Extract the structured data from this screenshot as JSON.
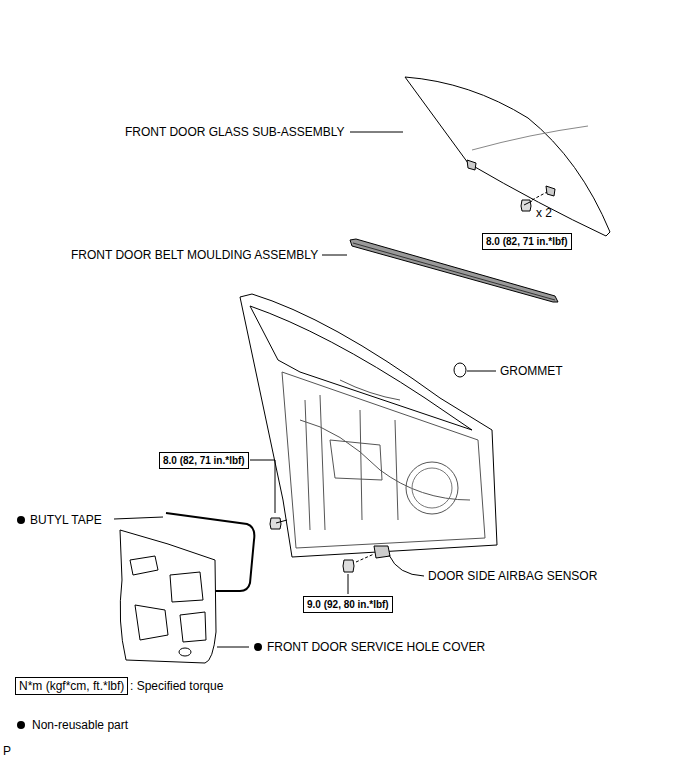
{
  "diagram": {
    "nodes": [
      {
        "text": [
          "8.0 (82, 71 in.*lbf)"
        ]
      },
      {
        "text": [
          "8.0 (82, 71 in.*lbf)"
        ]
      },
      {
        "text": [
          "9.0 (92, 80 in.*lbf)"
        ]
      },
      {
        "text": [
          "N*m (kgf*cm, ft.*lbf)"
        ]
      }
    ],
    "labels": [
      "FRONT DOOR GLASS SUB-ASSEMBLY",
      "x 2",
      "FRONT DOOR BELT MOULDING ASSEMBLY",
      "GROMMET",
      "BUTYL TAPE",
      "DOOR SIDE AIRBAG SENSOR",
      "FRONT DOOR SERVICE HOLE COVER",
      "P"
    ],
    "legend": [
      {
        "text": ": Specified torque"
      },
      {
        "text": "Non-reusable part"
      }
    ]
  }
}
